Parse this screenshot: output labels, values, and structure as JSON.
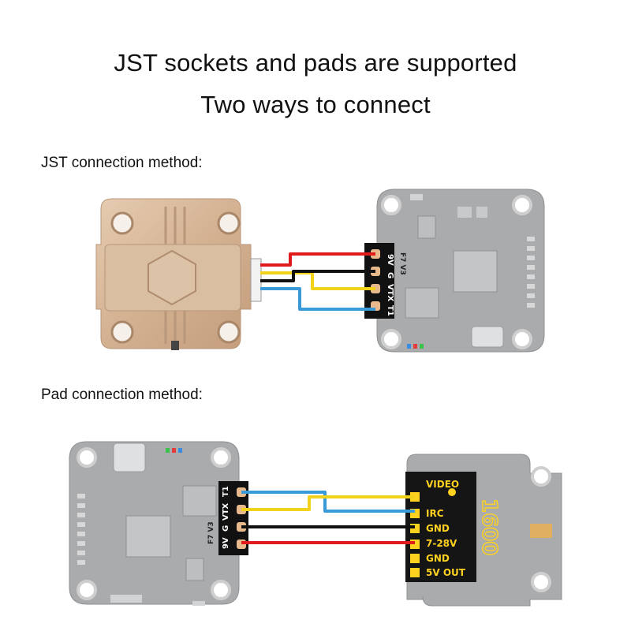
{
  "header": {
    "title_line1": "JST sockets and pads are supported",
    "title_line2": "Two ways to connect"
  },
  "sections": {
    "jst_label": "JST connection method:",
    "pad_label": "Pad connection method:"
  },
  "fc_board": {
    "pins": [
      "9V",
      "G",
      "VTX",
      "T1"
    ],
    "model": "F7 V3"
  },
  "vtx_pads": {
    "labels": [
      "VIDEO",
      "IRC",
      "GND",
      "7-28V",
      "GND",
      "5V OUT"
    ],
    "model_mark": "1600"
  },
  "colors": {
    "wire_red": "#e01b1b",
    "wire_black": "#111111",
    "wire_yellow": "#f3d21c",
    "wire_blue": "#3a9ad8",
    "board_gray": "#a9abad",
    "vtx_gold": "#d8b89a",
    "pad_panel": "#151515",
    "pad_text": "#ffd21f"
  }
}
